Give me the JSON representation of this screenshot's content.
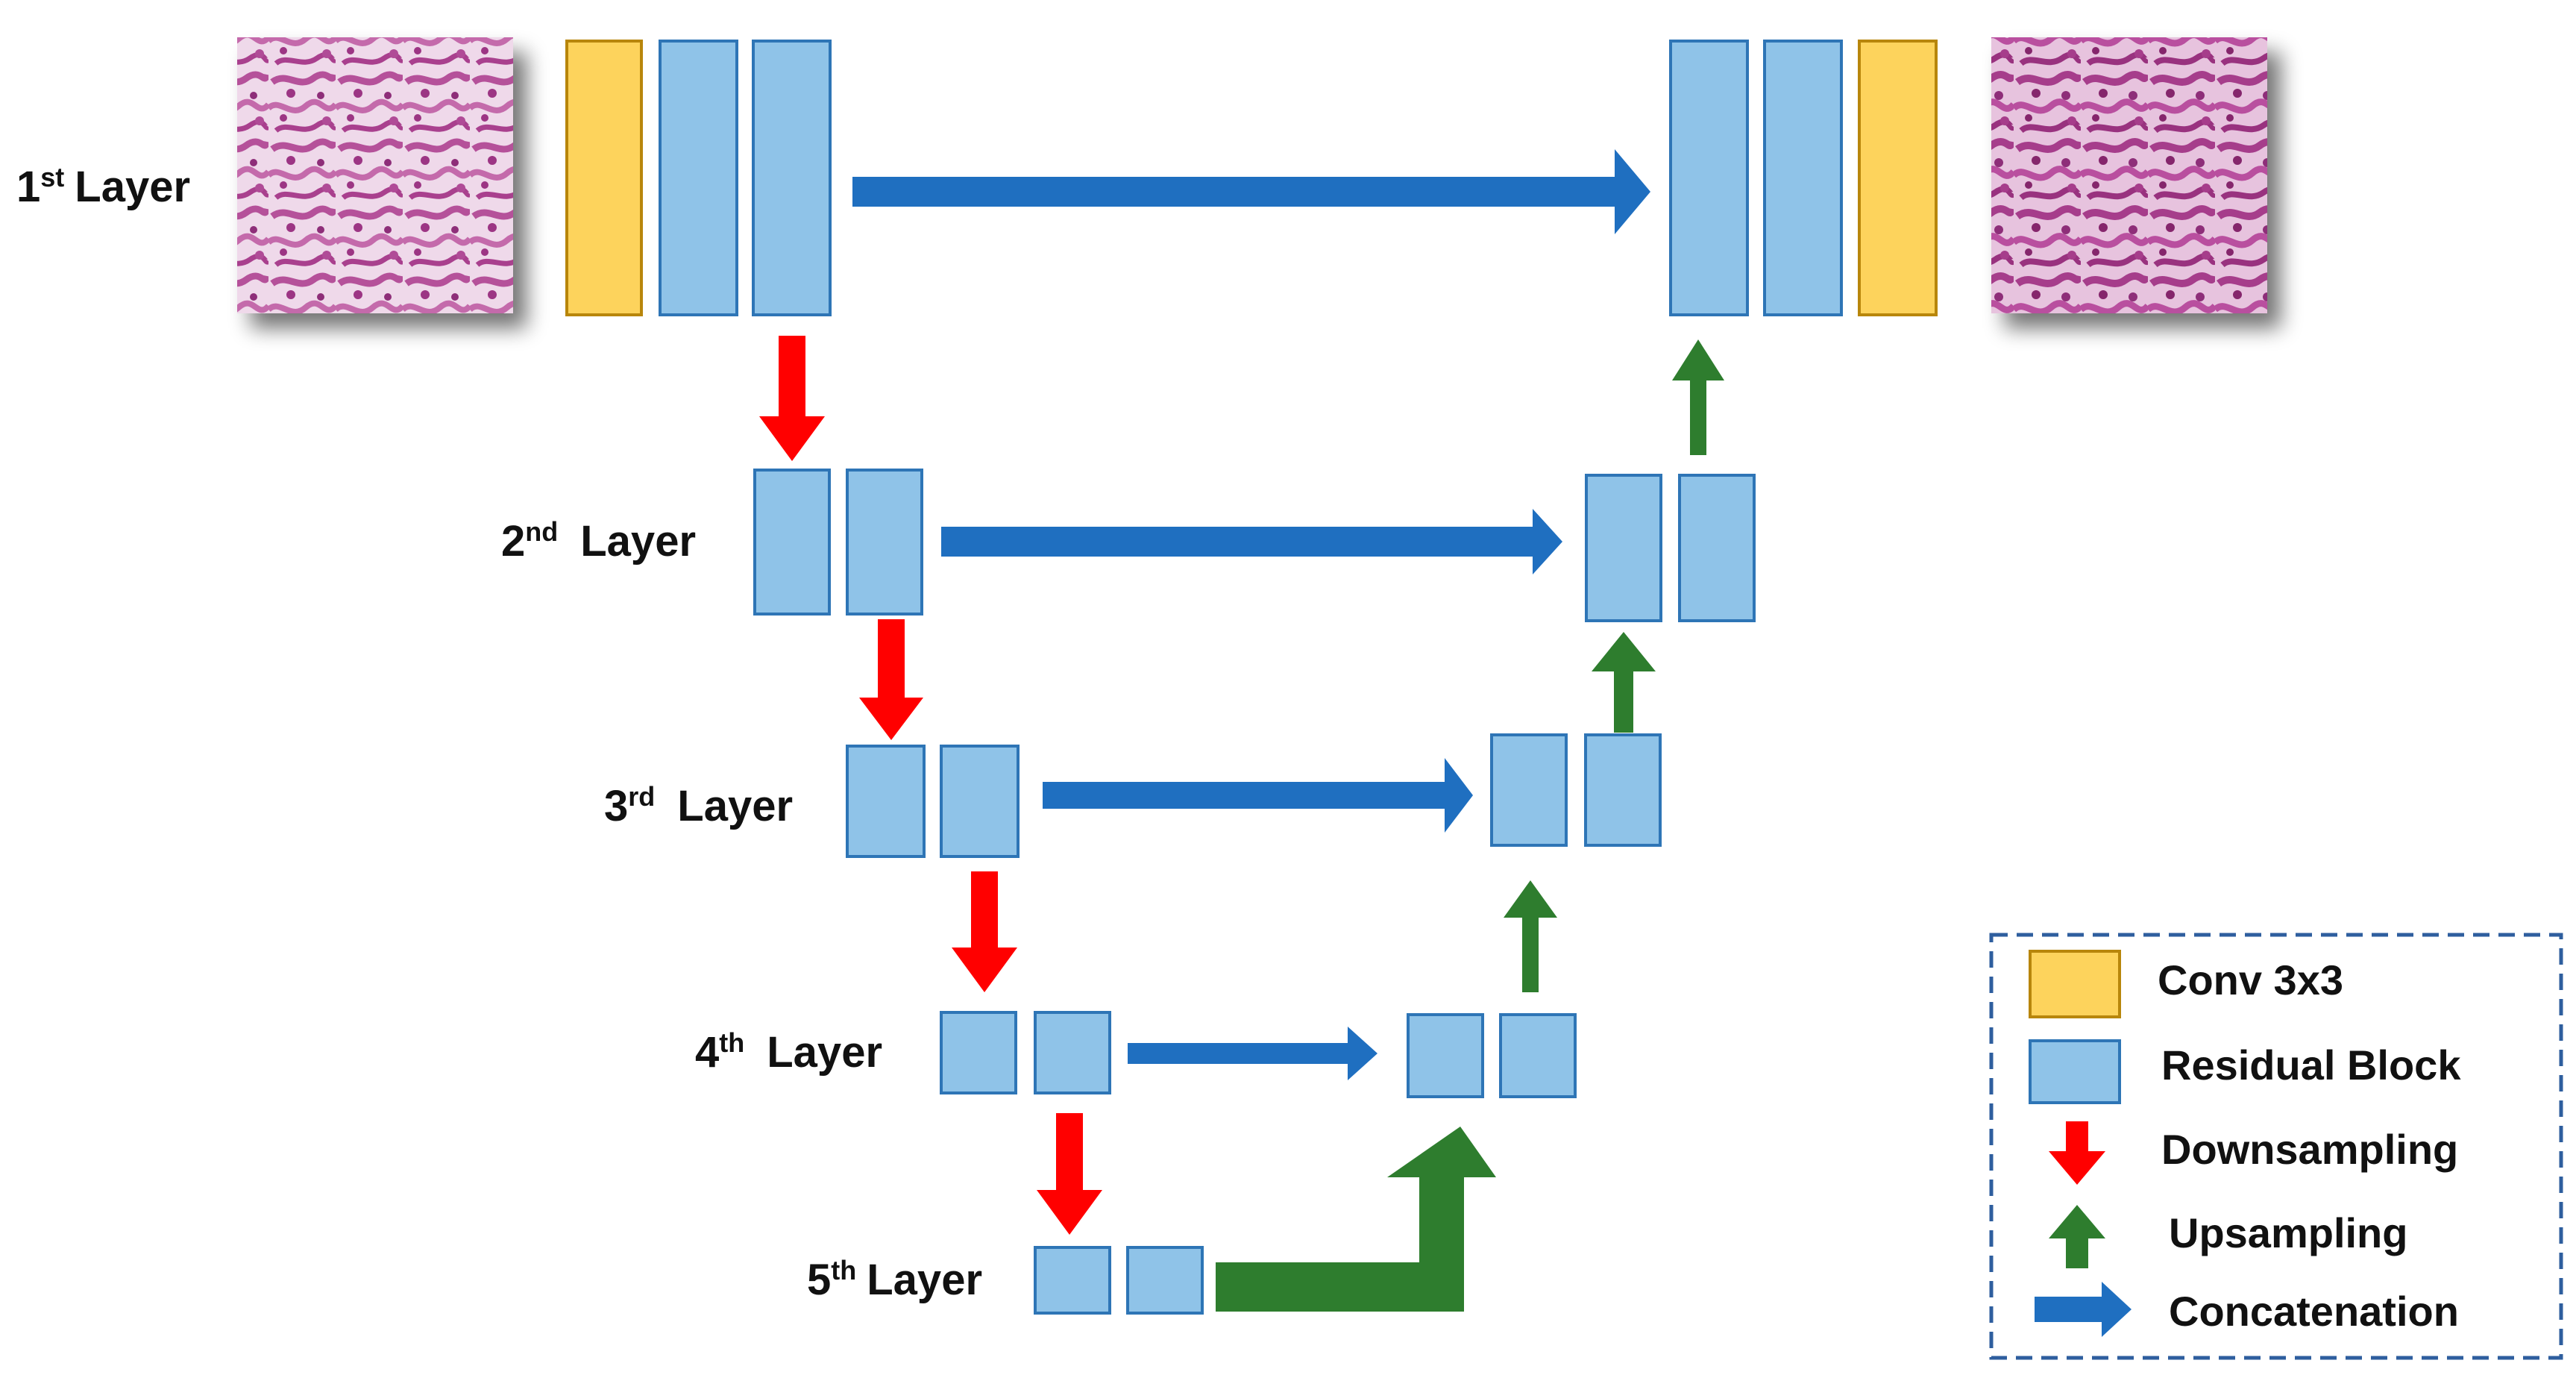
{
  "layers": [
    {
      "num": "1",
      "sup": "st",
      "word": "Layer"
    },
    {
      "num": "2",
      "sup": "nd",
      "word": "Layer"
    },
    {
      "num": "3",
      "sup": "rd",
      "word": "Layer"
    },
    {
      "num": "4",
      "sup": "th",
      "word": "Layer"
    },
    {
      "num": "5",
      "sup": "th",
      "word": "Layer"
    }
  ],
  "legend": {
    "conv": "Conv 3x3",
    "residual": "Residual Block",
    "downsampling": "Downsampling",
    "upsampling": "Upsampling",
    "concatenation": "Concatenation"
  },
  "colors": {
    "conv_fill": "#FDD35C",
    "conv_stroke": "#B8860B",
    "residual_fill": "#8FC3E8",
    "residual_stroke": "#2E75B6",
    "downsampling": "#FF0000",
    "upsampling": "#2E7D2E",
    "concatenation": "#1F6FC0",
    "legend_border": "#2E5E9E",
    "tissue_base": "#EED8E8",
    "tissue_stain": "#B5519A"
  }
}
